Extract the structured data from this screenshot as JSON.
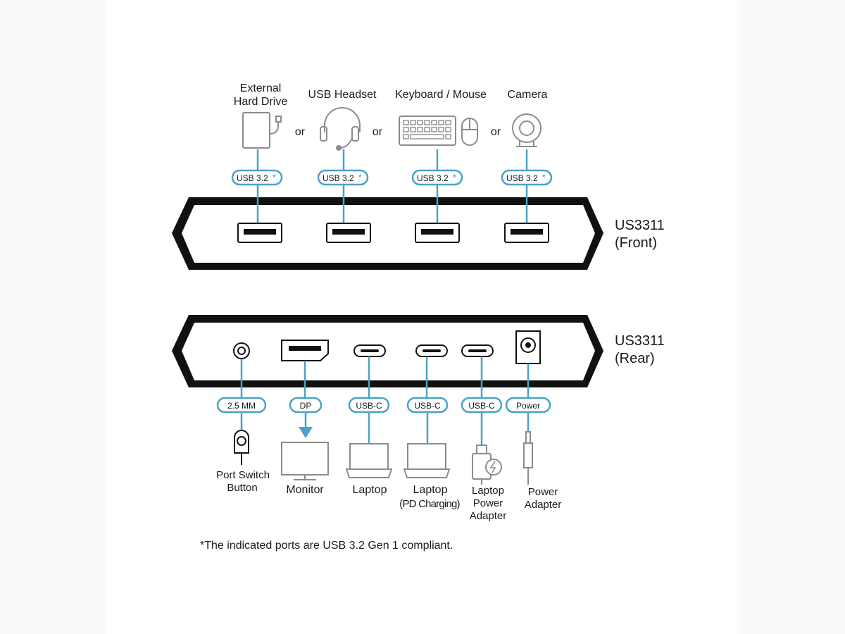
{
  "front": {
    "device_name": "US3311",
    "side": "(Front)",
    "devices": [
      {
        "label_line1": "External",
        "label_line2": "Hard Drive",
        "icon": "external-hard-drive-icon",
        "port": "USB 3.2",
        "port_mark": "*"
      },
      {
        "label_line1": "USB Headset",
        "label_line2": "",
        "icon": "headset-icon",
        "port": "USB 3.2",
        "port_mark": "*"
      },
      {
        "label_line1": "Keyboard / Mouse",
        "label_line2": "",
        "icon": "keyboard-mouse-icon",
        "port": "USB 3.2",
        "port_mark": "*"
      },
      {
        "label_line1": "Camera",
        "label_line2": "",
        "icon": "camera-icon",
        "port": "USB 3.2",
        "port_mark": "*"
      }
    ],
    "separators": [
      "or",
      "or",
      "or"
    ]
  },
  "rear": {
    "device_name": "US3311",
    "side": "(Rear)",
    "ports": [
      {
        "port": "2.5 MM",
        "device_line1": "Port Switch",
        "device_line2": "Button",
        "device_line3": "",
        "icon": "port-switch-button-icon"
      },
      {
        "port": "DP",
        "device_line1": "Monitor",
        "device_line2": "",
        "device_line3": "",
        "icon": "monitor-icon"
      },
      {
        "port": "USB-C",
        "device_line1": "Laptop",
        "device_line2": "",
        "device_line3": "",
        "icon": "laptop-icon"
      },
      {
        "port": "USB-C",
        "device_line1": "Laptop",
        "device_line2": "(PD Charging)",
        "device_line3": "",
        "icon": "laptop-icon"
      },
      {
        "port": "USB-C",
        "device_line1": "Laptop",
        "device_line2": "Power",
        "device_line3": "Adapter",
        "icon": "power-adapter-icon"
      },
      {
        "port": "Power",
        "device_line1": "Power",
        "device_line2": "Adapter",
        "device_line3": "",
        "icon": "power-plug-icon"
      }
    ]
  },
  "footnote": "*The indicated ports are USB 3.2 Gen 1 compliant.",
  "colors": {
    "connector": "#4aa3c4",
    "icon": "#8c8c8c",
    "device_body": "#111111"
  }
}
